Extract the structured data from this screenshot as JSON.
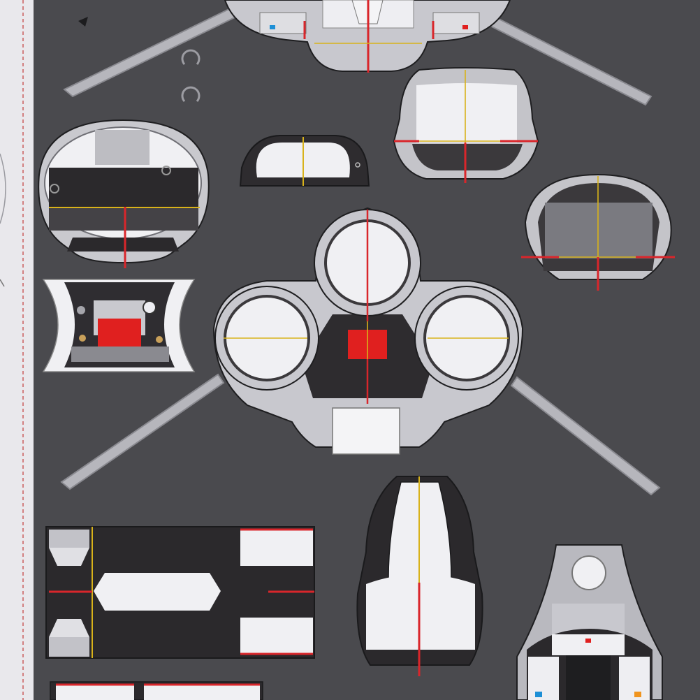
{
  "colors": {
    "sheet": "#4a4a4e",
    "paper": "#e9e8ec",
    "panel": "#eeeef2",
    "panel_dark": "#2e2c2f",
    "frame": "#b9b9bf",
    "frame_dark": "#8c8c92",
    "score_red": "#d9262b",
    "score_yellow": "#d8b21a",
    "accent_red": "#e0201f",
    "accent_blue": "#1d8fd6",
    "accent_orange": "#f0941f",
    "margin_line": "#c23a3a"
  },
  "parts": [
    {
      "name": "top-pod-assembly",
      "kind": "pod-cluster"
    },
    {
      "name": "left-wheel-housing",
      "kind": "oval-housing"
    },
    {
      "name": "small-lens-piece",
      "kind": "half-dome"
    },
    {
      "name": "right-cover-top",
      "kind": "bell-cover"
    },
    {
      "name": "right-cover-bottom",
      "kind": "oval-housing-dark"
    },
    {
      "name": "engine-bay-piece",
      "kind": "machinery-cross"
    },
    {
      "name": "triple-pod-assembly",
      "kind": "pod-cluster"
    },
    {
      "name": "nose-cone-piece",
      "kind": "shield"
    },
    {
      "name": "strip-panel",
      "kind": "rect-strip"
    },
    {
      "name": "cockpit-hull-piece",
      "kind": "hull"
    },
    {
      "name": "bottom-strip-stub",
      "kind": "rect-strip"
    }
  ]
}
